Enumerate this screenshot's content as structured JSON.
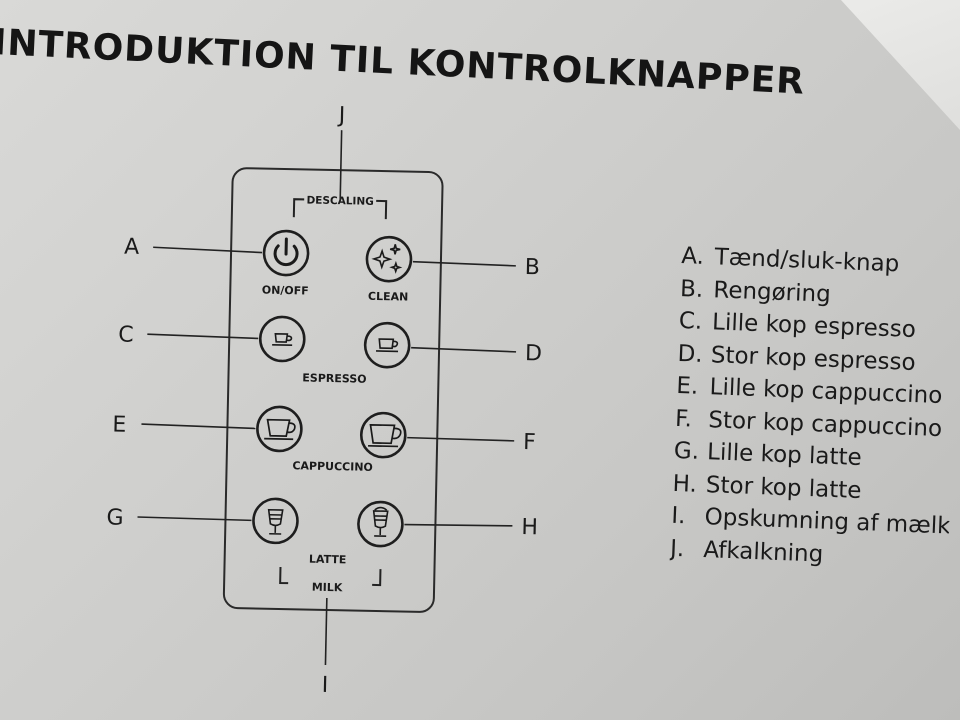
{
  "heading": "INTRODUKTION TIL KONTROLKNAPPER",
  "panel": {
    "descaling_label": "DESCALING",
    "espresso_label": "ESPRESSO",
    "cappuccino_label": "CAPPUCCINO",
    "latte_label": "LATTE",
    "milk_label": "MILK"
  },
  "buttons": [
    {
      "letter": "A",
      "label": "ON/OFF",
      "icon": "power-icon"
    },
    {
      "letter": "B",
      "label": "CLEAN",
      "icon": "sparkle-icon"
    },
    {
      "letter": "C",
      "label": "",
      "icon": "small-espresso-cup-icon"
    },
    {
      "letter": "D",
      "label": "",
      "icon": "large-espresso-cup-icon"
    },
    {
      "letter": "E",
      "label": "",
      "icon": "small-cappuccino-cup-icon"
    },
    {
      "letter": "F",
      "label": "",
      "icon": "large-cappuccino-cup-icon"
    },
    {
      "letter": "G",
      "label": "",
      "icon": "small-latte-glass-icon"
    },
    {
      "letter": "H",
      "label": "",
      "icon": "large-latte-glass-icon"
    }
  ],
  "callouts": {
    "I": "I",
    "J": "J"
  },
  "legend": [
    {
      "tag": "A.",
      "text": "Tænd/sluk-knap"
    },
    {
      "tag": "B.",
      "text": "Rengøring"
    },
    {
      "tag": "C.",
      "text": "Lille kop espresso"
    },
    {
      "tag": "D.",
      "text": "Stor kop espresso"
    },
    {
      "tag": "E.",
      "text": "Lille kop cappuccino"
    },
    {
      "tag": "F.",
      "text": "Stor kop cappuccino"
    },
    {
      "tag": "G.",
      "text": "Lille kop latte"
    },
    {
      "tag": "H.",
      "text": "Stor kop latte"
    },
    {
      "tag": "I.",
      "text": "Opskumning af mælk"
    },
    {
      "tag": "J.",
      "text": "Afkalkning"
    }
  ]
}
